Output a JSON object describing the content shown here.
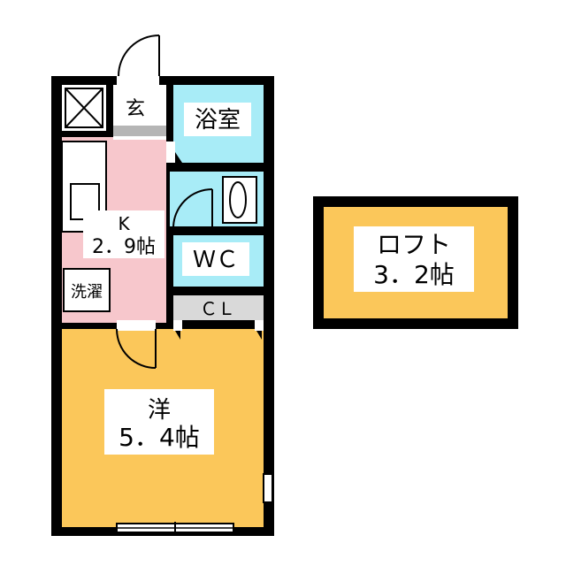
{
  "floorplan": {
    "rooms": {
      "entrance": {
        "label": "玄"
      },
      "bathroom": {
        "label": "浴室"
      },
      "kitchen": {
        "label": "K",
        "size": "2．9帖"
      },
      "toilet": {
        "label": "ＷＣ"
      },
      "laundry": {
        "label": "洗濯"
      },
      "closet": {
        "label": "ＣＬ"
      },
      "western_room": {
        "label": "洋",
        "size": "5．4帖"
      },
      "loft": {
        "label": "ロフト",
        "size": "3．2帖"
      }
    },
    "colors": {
      "wall": "#000000",
      "kitchen": "#f7c7cc",
      "wet_area": "#a8ecf7",
      "living": "#fbc75a",
      "closet": "#d9d9d9",
      "entrance": "#b5b5b5"
    }
  }
}
